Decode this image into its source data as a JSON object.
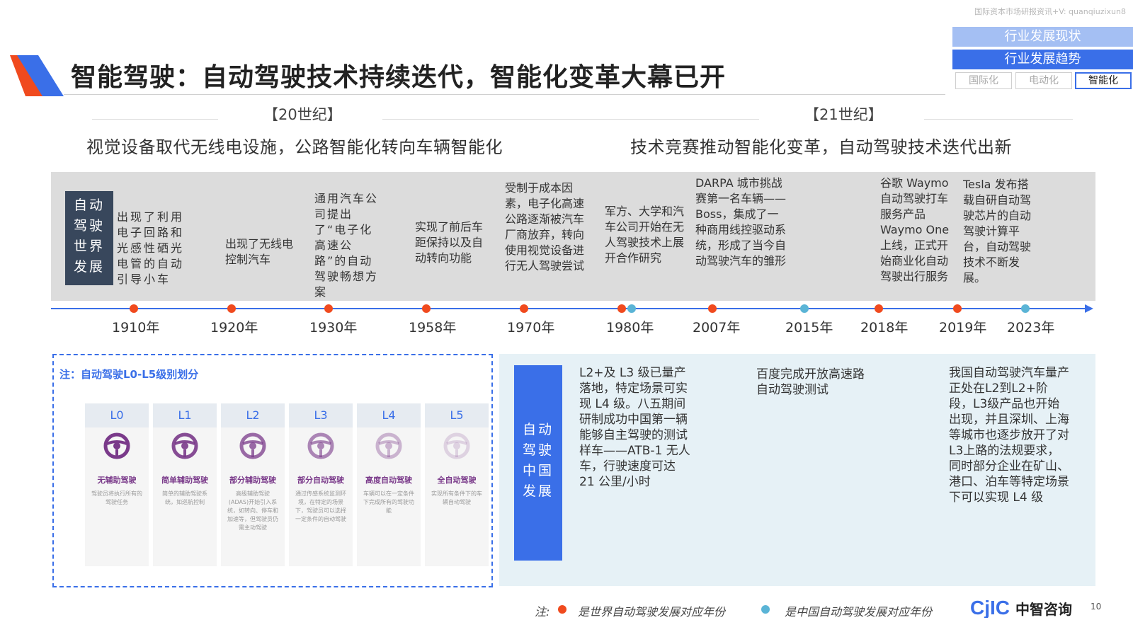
{
  "watermark": "国际资本市场研报资讯+V: quanqiuzixun8",
  "title": "智能驾驶：自动驾驶技术持续迭代，智能化变革大幕已开",
  "nav": {
    "current": "行业发展现状",
    "trend": "行业发展趋势",
    "subs": [
      "国际化",
      "电动化",
      "智能化"
    ]
  },
  "eras": [
    {
      "label": "【20世纪】",
      "subtitle": "视觉设备取代无线电设施，公路智能化转向车辆智能化"
    },
    {
      "label": "【21世纪】",
      "subtitle": "技术竞赛推动智能化变革，自动驾驶技术迭代出新"
    }
  ],
  "world": {
    "label": "自动驾驶世界发展",
    "events": [
      "出现了利用电子回路和光感性硒光电管的自动引导小车",
      "出现了无线电控制汽车",
      "通用汽车公司提出了“电子化高速公路”的自动驾驶畅想方案",
      "实现了前后车距保持以及自动转向功能",
      "受制于成本因素，电子化高速公路逐渐被汽车厂商放弃，转向使用视觉设备进行无人驾驶尝试",
      "军方、大学和汽车公司开始在无人驾驶技术上展开合作研究",
      "DARPA 城市挑战赛第一名车辆——Boss，集成了一种商用线控驱动系统，形成了当今自动驾驶汽车的雏形",
      "谷歌 Waymo 自动驾驶打车服务产品 Waymo One 上线，正式开始商业化自动驾驶出行服务",
      "Tesla 发布搭载自研自动驾驶芯片的自动驾驶计算平台，自动驾驶技术不断发展。"
    ]
  },
  "timeline": {
    "years": [
      "1910年",
      "1920年",
      "1930年",
      "1958年",
      "1970年",
      "1980年",
      "2007年",
      "2015年",
      "2018年",
      "2019年",
      "2023年"
    ],
    "colors": {
      "world": "#f04a1e",
      "china": "#5ab4d6",
      "axis": "#3a6fe8"
    }
  },
  "levels": {
    "note": "注：自动驾驶L0-L5级别划分",
    "items": [
      {
        "code": "L0",
        "name": "无辅助驾驶",
        "desc": "驾驶员将执行所有的驾驶任务"
      },
      {
        "code": "L1",
        "name": "简单辅助驾驶",
        "desc": "简单的辅助驾驶系统，如巡航控制"
      },
      {
        "code": "L2",
        "name": "部分辅助驾驶",
        "desc": "高级辅助驾驶(ADAS)开始引入系统，如转向、停车和加速等，但驾驶员仍需主动驾驶"
      },
      {
        "code": "L3",
        "name": "部分自动驾驶",
        "desc": "通过传感系统监测环境，在特定的场景下，驾驶员可以选择一定条件的自动驾驶"
      },
      {
        "code": "L4",
        "name": "高度自动驾驶",
        "desc": "车辆可以在一定条件下完成所有的驾驶功能"
      },
      {
        "code": "L5",
        "name": "全自动驾驶",
        "desc": "实现所有条件下的车辆自动驾驶"
      }
    ]
  },
  "china": {
    "label": "自动驾驶中国发展",
    "events": [
      "L2+及 L3 级已量产落地，特定场景可实现 L4 级。八五期间研制成功中国第一辆能够自主驾驶的测试样车——ATB-1 无人车，行驶速度可达 21 公里/小时",
      "百度完成开放高速路自动驾驶测试",
      "我国自动驾驶汽车量产正处在L2到L2+阶段，L3级产品也开始出现，并且深圳、上海等城市也逐步放开了对L3上路的法规要求，同时部分企业在矿山、港口、泊车等特定场景下可以实现 L4 级"
    ]
  },
  "legend": {
    "prefix": "注:",
    "world": "是世界自动驾驶发展对应年份",
    "china": "是中国自动驾驶发展对应年份"
  },
  "brand": "中智咨询",
  "page_number": "10"
}
